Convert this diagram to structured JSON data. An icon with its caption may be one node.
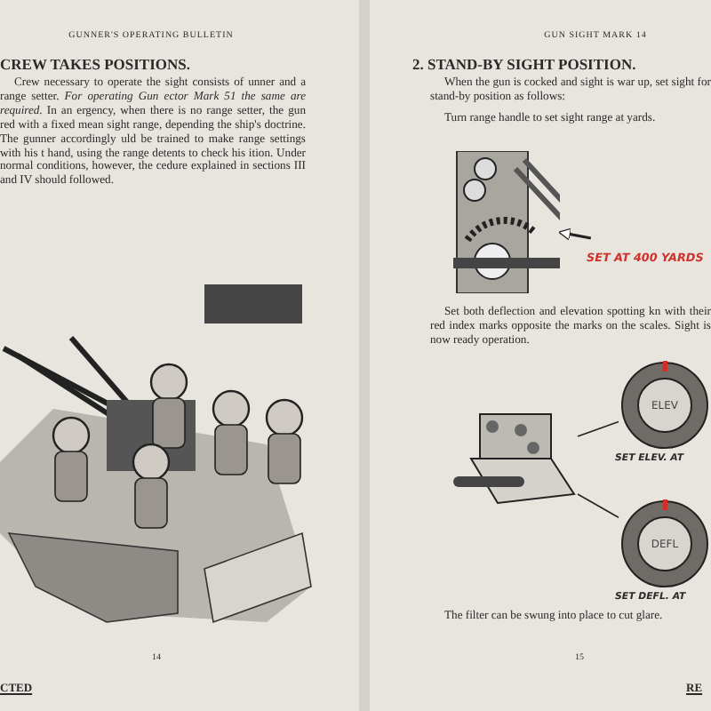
{
  "diagram": {
    "nodes": [
      {
        "text": [],
        "shape": "picture"
      },
      {
        "text": [
          "SET AT 400 YARDS"
        ]
      },
      {
        "text": [],
        "shape": "picture"
      },
      {
        "text": [
          "ELEV"
        ],
        "beside": [
          "SET ELEV. AT"
        ]
      },
      {
        "text": [
          "DEFL"
        ],
        "beside": [
          "SET DEFL. AT"
        ]
      }
    ],
    "edges": [
      {
        "from": 1,
        "to": 0,
        "arrow": "to"
      },
      {
        "from": 2,
        "to": 3,
        "arrow": "none"
      },
      {
        "from": 2,
        "to": 4,
        "arrow": "none"
      }
    ],
    "labels": [
      "GUNNER'S OPERATING BULLETIN",
      "CREW TAKES POSITIONS.",
      "Crew necessary to operate the sight consists of unner and a range setter. *For operating Gun ector Mark 51 the same are required.* In an ergency, when there is no range setter, the gun red with a fixed mean sight range, depending the ship's doctrine. The gunner accordingly uld be trained to make range settings with his t hand, using the range detents to check his ition. Under normal conditions, however, the cedure explained in sections III and IV should followed.",
      "14",
      "CTED",
      "GUN SIGHT MARK 14",
      "2. STAND-BY SIGHT POSITION.",
      "When the gun is cocked and sight is war up, set sight for stand-by position as follows:",
      "Turn range handle to set sight range at yards.",
      "Set both deflection and elevation spotting kn with their red index marks opposite the marks on the scales. Sight is now ready operation.",
      "The filter can be swung into place to cut glare.",
      "15",
      "RE"
    ]
  }
}
